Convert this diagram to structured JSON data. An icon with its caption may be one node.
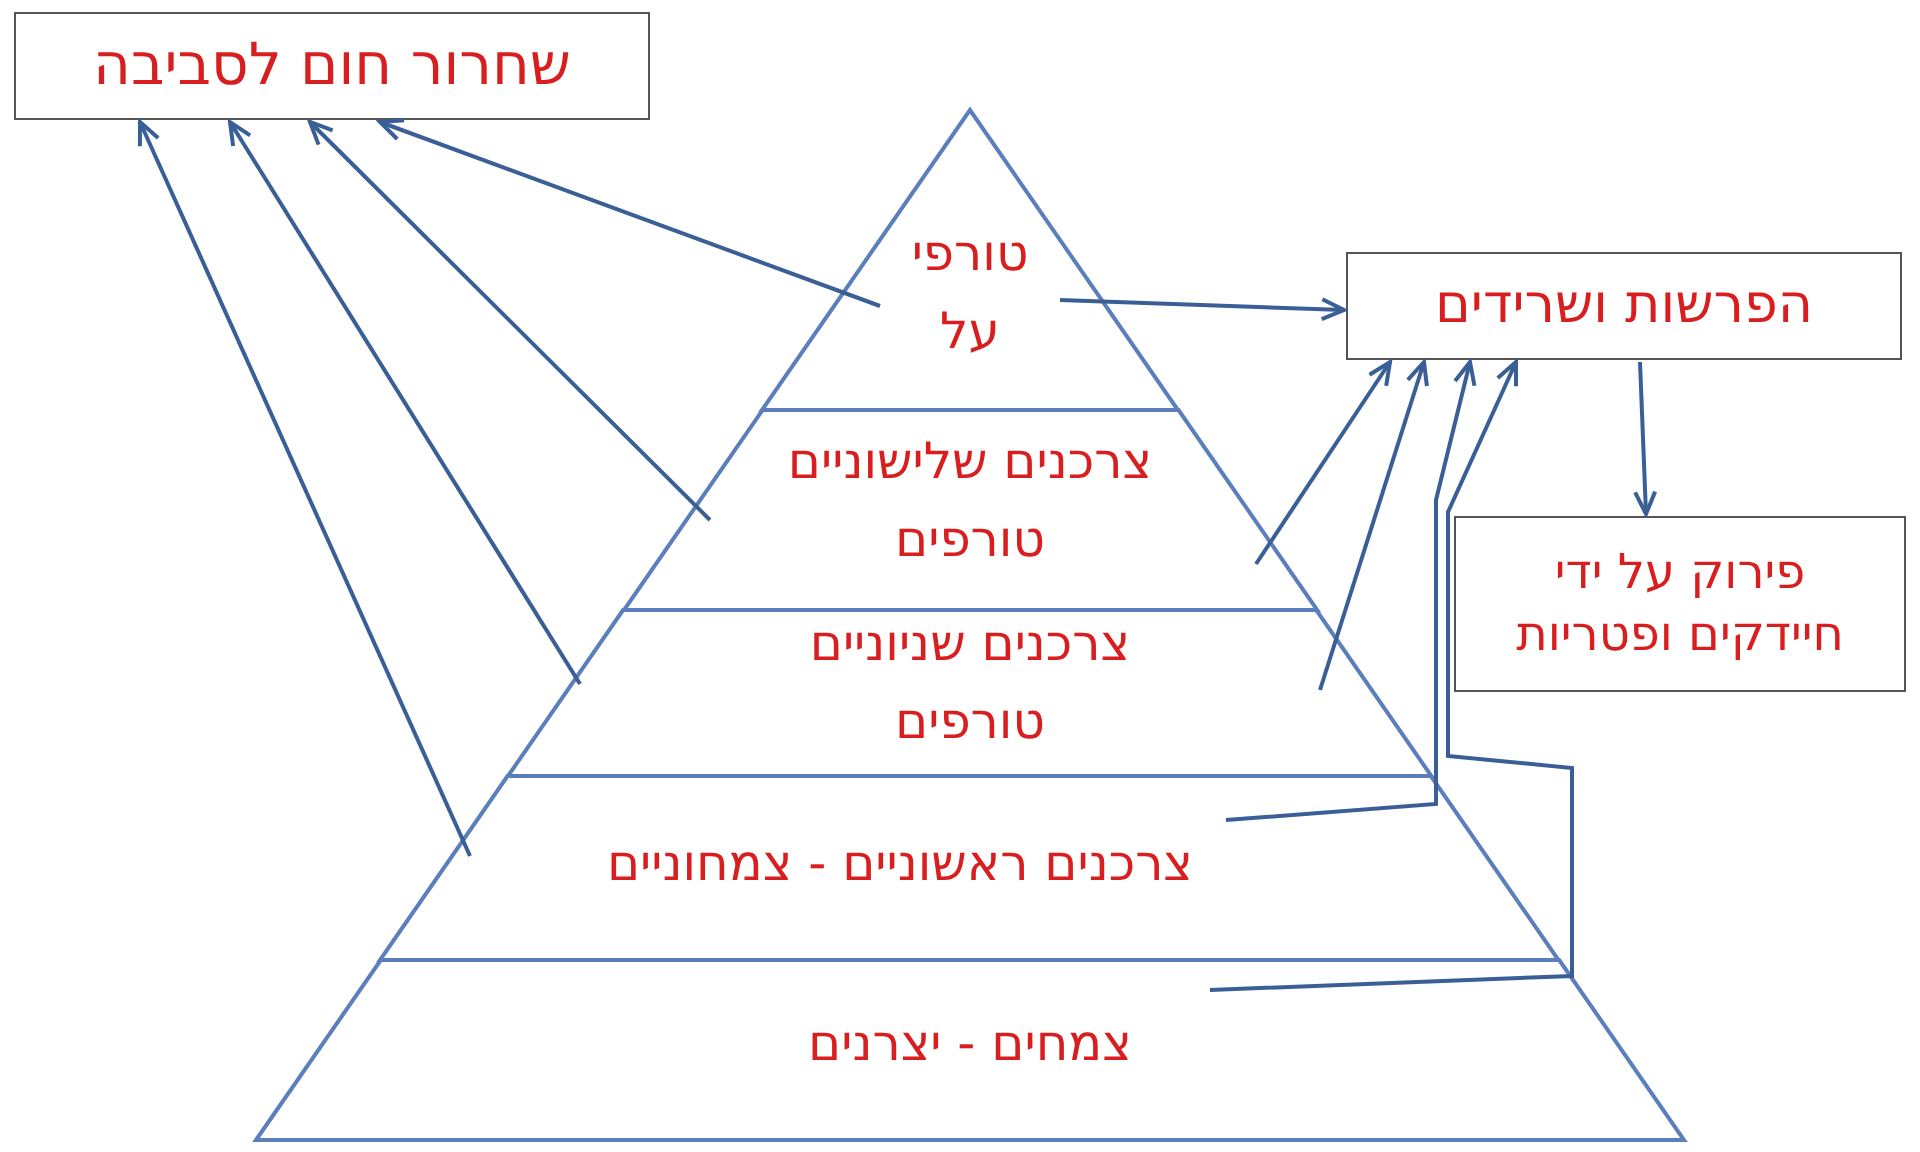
{
  "diagram": {
    "nodes": [
      {
        "text": [
          "שחרור חום לסביבה"
        ]
      },
      {
        "text": [
          "טורפי על"
        ]
      },
      {
        "text": [
          "צרכנים שלישוניים טורפים"
        ]
      },
      {
        "text": [
          "צרכנים שניוניים טורפים"
        ]
      },
      {
        "text": [
          "צרכנים ראשוניים - צמחוניים"
        ]
      },
      {
        "text": [
          "צמחים - יצרנים"
        ]
      },
      {
        "text": [
          "הפרשות ושרידים"
        ]
      },
      {
        "text": [
          "פירוק על ידי חיידקים ופטריות"
        ]
      }
    ],
    "edges": [
      {
        "from": 1,
        "to": 0,
        "arrow": "to"
      },
      {
        "from": 2,
        "to": 0,
        "arrow": "to"
      },
      {
        "from": 3,
        "to": 0,
        "arrow": "to"
      },
      {
        "from": 4,
        "to": 0,
        "arrow": "to"
      },
      {
        "from": 1,
        "to": 6,
        "arrow": "to"
      },
      {
        "from": 2,
        "to": 6,
        "arrow": "to"
      },
      {
        "from": 3,
        "to": 6,
        "arrow": "to"
      },
      {
        "from": 4,
        "to": 6,
        "arrow": "to"
      },
      {
        "from": 5,
        "to": 6,
        "arrow": "to"
      },
      {
        "from": 6,
        "to": 7,
        "arrow": "to"
      }
    ]
  }
}
